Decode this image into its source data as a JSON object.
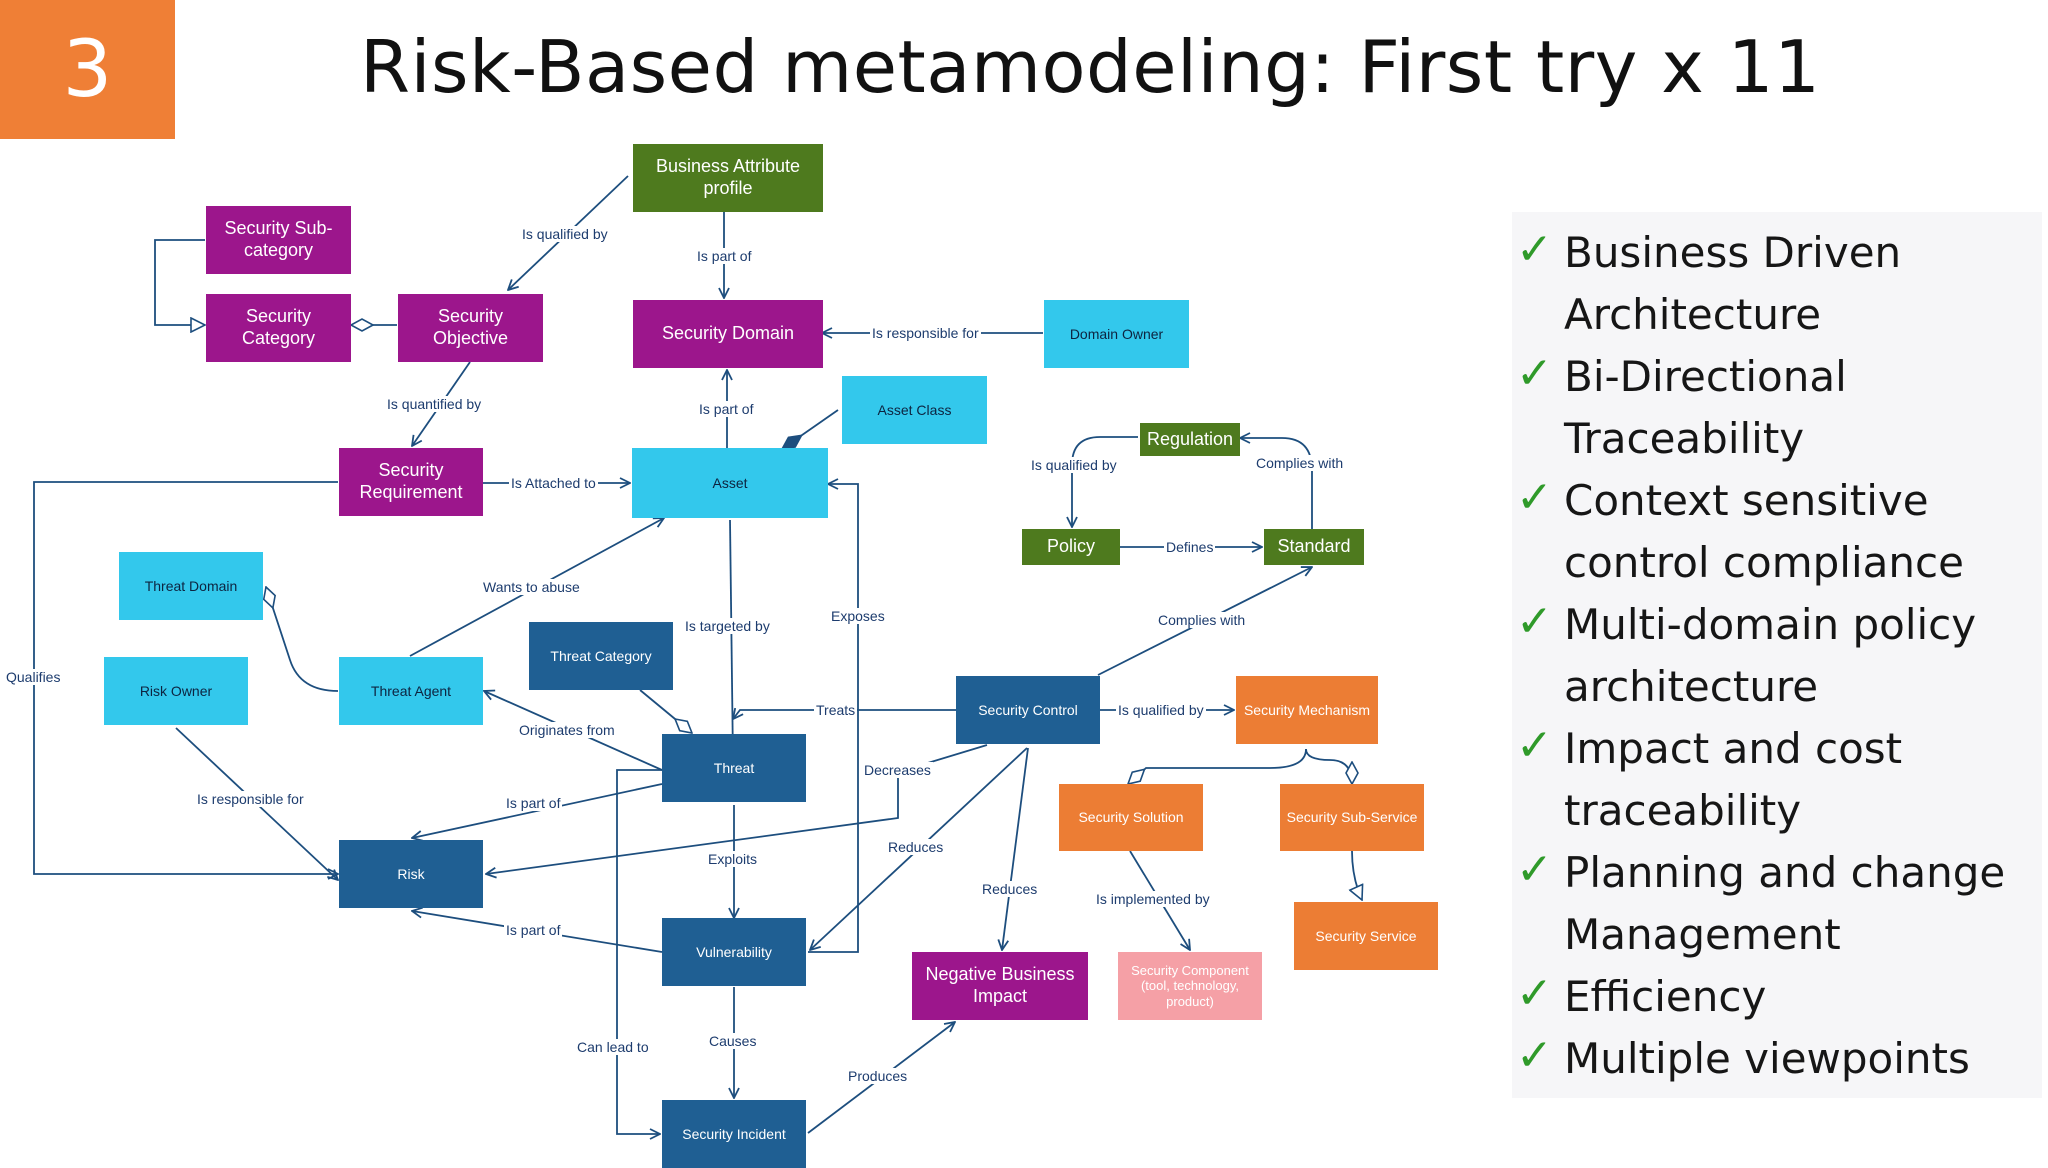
{
  "slide": {
    "number": "3",
    "title": "Risk-Based metamodeling: First try x 11"
  },
  "nodes": {
    "business_attribute_profile": "Business Attribute profile",
    "security_subcategory": "Security Sub-category",
    "security_category": "Security Category",
    "security_objective": "Security Objective",
    "security_domain": "Security Domain",
    "domain_owner": "Domain Owner",
    "asset_class": "Asset Class",
    "security_requirement": "Security Requirement",
    "asset": "Asset",
    "regulation": "Regulation",
    "policy": "Policy",
    "standard": "Standard",
    "threat_domain": "Threat Domain",
    "risk_owner": "Risk Owner",
    "threat_agent": "Threat Agent",
    "threat_category": "Threat Category",
    "security_control": "Security Control",
    "security_mechanism": "Security Mechanism",
    "threat": "Threat",
    "security_solution": "Security Solution",
    "security_subservice": "Security Sub-Service",
    "risk": "Risk",
    "vulnerability": "Vulnerability",
    "negative_business_impact": "Negative Business Impact",
    "security_component": "Security Component (tool, technology, product)",
    "security_service": "Security Service",
    "security_incident": "Security Incident"
  },
  "relations": {
    "is_qualified_by_objective": "Is qualified by",
    "is_part_of_domain": "Is part of",
    "is_responsible_for_domain": "Is responsible for",
    "is_quantified_by": "Is quantified by",
    "is_part_of_asset": "Is part of",
    "is_attached_to": "Is Attached to",
    "is_qualified_by_policy": "Is qualified by",
    "complies_with_regulation": "Complies with",
    "defines": "Defines",
    "wants_to_abuse": "Wants to abuse",
    "is_targeted_by": "Is targeted by",
    "exposes": "Exposes",
    "complies_with_standard": "Complies with",
    "qualifies": "Qualifies",
    "treats": "Treats",
    "is_qualified_by_mechanism": "Is qualified by",
    "originates_from": "Originates from",
    "decreases": "Decreases",
    "is_responsible_for_risk": "Is responsible for",
    "is_part_of_risk_threat": "Is part of",
    "reduces_vulnerability": "Reduces",
    "exploits": "Exploits",
    "reduces_impact": "Reduces",
    "is_implemented_by": "Is implemented by",
    "is_part_of_risk_vuln": "Is part of",
    "can_lead_to": "Can lead to",
    "causes": "Causes",
    "produces": "Produces"
  },
  "benefits": [
    "Business Driven Architecture",
    "Bi-Directional Traceability",
    "Context sensitive control compliance",
    "Multi-domain policy architecture",
    "Impact and cost traceability",
    "Planning and change Management",
    "Efficiency",
    "Multiple viewpoints"
  ],
  "check_icon": "checkmark-icon",
  "colors": {
    "slide_number_bg": "#ef7f36",
    "business_green": "#4e7a1e",
    "security_magenta": "#9c168c",
    "asset_cyan": "#33c8ec",
    "risk_navy": "#1f5f93",
    "solution_orange": "#ec7d34",
    "component_pink": "#f5a0a6",
    "check_green": "#2f9a2a"
  }
}
